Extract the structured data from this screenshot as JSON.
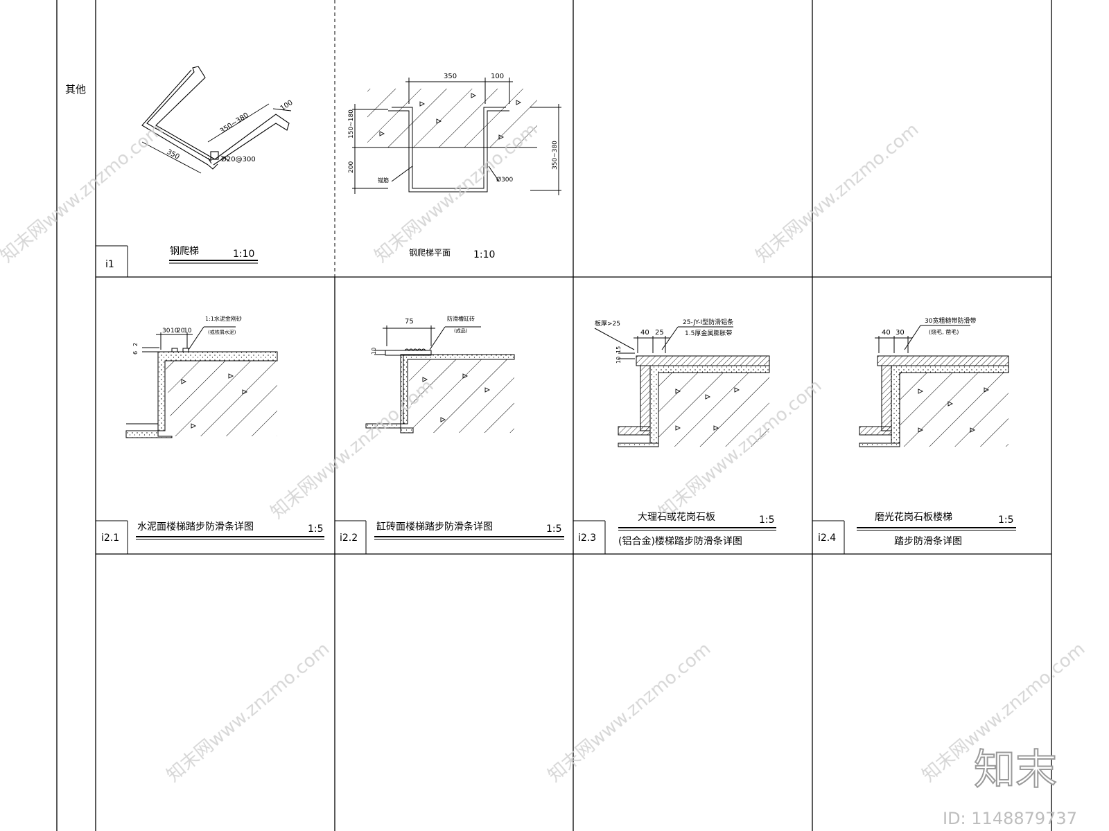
{
  "category_label": "其他",
  "panels": [
    {
      "code": "i1",
      "title": "钢爬梯",
      "scale": "1:10",
      "dims": [
        "350",
        "350~380",
        "100",
        "Ø20@300"
      ]
    },
    {
      "code": "",
      "title": "钢爬梯平面",
      "scale": "1:10",
      "dims": [
        "350",
        "100",
        "150~180",
        "200",
        "350~380",
        "Ø300",
        "锚筋"
      ]
    },
    {
      "code": "i2.1",
      "title": "水泥面楼梯踏步防滑条详图",
      "scale": "1:5",
      "dims": [
        "30",
        "10",
        "20",
        "10",
        "6",
        "2"
      ],
      "note": "1:1水泥金刚砂",
      "note2": "(或铁屑水泥)"
    },
    {
      "code": "i2.2",
      "title": "缸砖面楼梯踏步防滑条详图",
      "scale": "1:5",
      "dims": [
        "75",
        "10"
      ],
      "note": "防滑槽缸砖",
      "note2": "(成品)"
    },
    {
      "code": "i2.3",
      "title": "大理石或花岗石板",
      "subtitle": "(铝合金)楼梯踏步防滑条详图",
      "scale": "1:5",
      "dims": [
        "40",
        "25",
        "10",
        "15"
      ],
      "note0": "板厚>25",
      "note": "25-JY-I型防滑铝条",
      "note2": "1.5厚金属膨胀带"
    },
    {
      "code": "i2.4",
      "title": "磨光花岗石板楼梯",
      "subtitle": "踏步防滑条详图",
      "scale": "1:5",
      "dims": [
        "40",
        "30"
      ],
      "note": "30宽粗糙带防滑带",
      "note2": "(烧毛, 凿毛)"
    }
  ],
  "watermark": {
    "text": "知末网www.znzmo.com",
    "brand": "知末",
    "id_label": "ID: 1148879737"
  },
  "colors": {
    "line": "#000000",
    "watermark": "#d0d0d0"
  }
}
